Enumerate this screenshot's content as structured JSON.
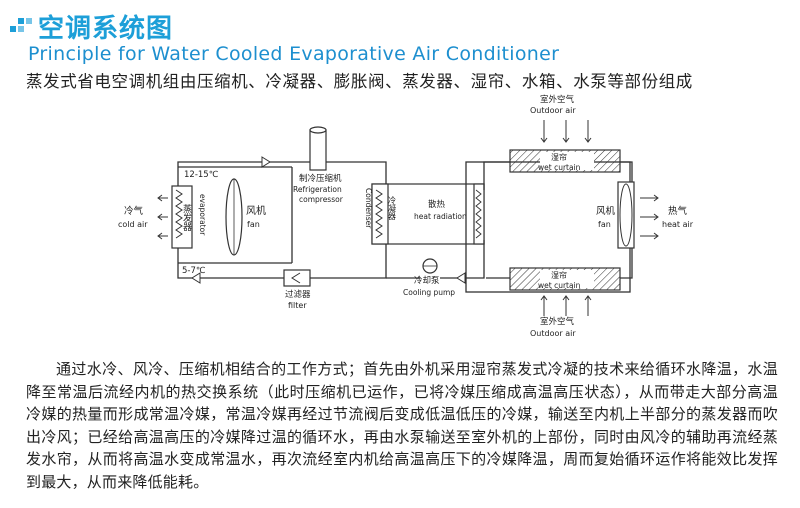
{
  "header": {
    "title_cn": "空调系统图",
    "title_en": "Principle for Water Cooled Evaporative Air Conditioner",
    "accent_color": "#1d9fd8"
  },
  "subtitle": "蒸发式省电空调机组由压缩机、冷凝器、膨胀阀、蒸发器、湿帘、水箱、水泵等部份组成",
  "diagram": {
    "cold_air_cn": "冷气",
    "cold_air_en": "cold air",
    "temp_high": "12-15℃",
    "temp_low": "5-7℃",
    "evaporator_cn": "蒸发器",
    "evaporator_en": "evaporator",
    "fan_cn": "风机",
    "fan_en": "fan",
    "compressor_cn": "制冷压缩机",
    "compressor_en_1": "Refrigeration",
    "compressor_en_2": "compressor",
    "filter_cn": "过滤器",
    "filter_en": "filter",
    "condenser_cn": "冷凝器",
    "condenser_en": "Condenser",
    "heat_radiation_cn": "散热",
    "heat_radiation_en": "heat radiation",
    "cooling_pump_cn": "冷却泵",
    "cooling_pump_en": "Cooling pump",
    "outdoor_air_cn": "室外空气",
    "outdoor_air_en": "Outdoor air",
    "wet_curtain_cn": "湿帘",
    "wet_curtain_en": "wet curtain",
    "fan2_cn": "风机",
    "fan2_en": "fan",
    "hot_air_cn": "热气",
    "hot_air_en": "heat air"
  },
  "body": "通过水冷、风冷、压缩机相结合的工作方式；首先由外机采用湿帘蒸发式冷凝的技术来给循环水降温，水温降至常温后流经内机的热交换系统（此时压缩机已运作，已将冷媒压缩成高温高压状态），从而带走大部分高温冷媒的热量而形成常温冷媒，常温冷媒再经过节流阀后变成低温低压的冷媒，输送至内机上半部分的蒸发器而吹出冷风；已经给高温高压的冷媒降过温的循环水，再由水泵输送至室外机的上部份，同时由风冷的辅助再流经蒸发水帘，从而将高温水变成常温水，再次流经室内机给高温高压下的冷媒降温，周而复始循环运作将能效比发挥到最大，从而来降低能耗。"
}
